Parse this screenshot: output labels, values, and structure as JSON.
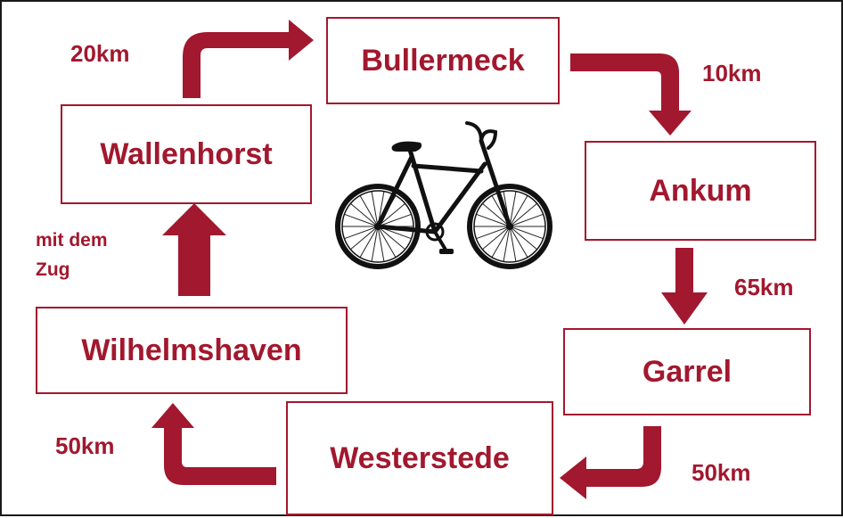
{
  "stations": {
    "bullermeck": "Bullermeck",
    "ankum": "Ankum",
    "garrel": "Garrel",
    "westerstede": "Westerstede",
    "wilhelmshaven": "Wilhelmshaven",
    "wallenhorst": "Wallenhorst"
  },
  "distances": {
    "wallenhorst_bullermeck": "20km",
    "bullermeck_ankum": "10km",
    "ankum_garrel": "65km",
    "garrel_westerstede": "50km",
    "westerstede_wilhelmshaven": "50km",
    "wilhelmshaven_wallenhorst_line1": "mit dem",
    "wilhelmshaven_wallenhorst_line2": "Zug"
  },
  "colors": {
    "accent": "#a2182e",
    "frame": "#1a1a1a"
  },
  "icons": {
    "center": "bicycle-icon"
  }
}
